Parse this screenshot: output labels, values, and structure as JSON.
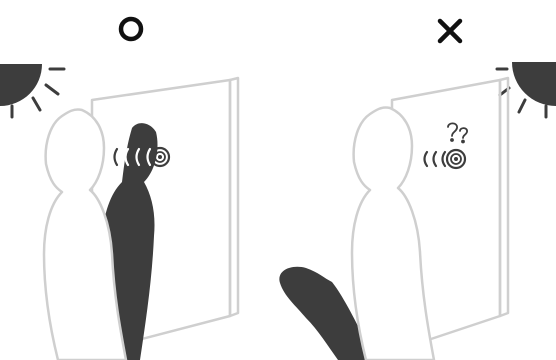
{
  "panels": [
    {
      "id": "correct",
      "mark": "O",
      "mark_meaning": "correct",
      "sun_position": "top-left",
      "icons": [
        "sun-icon",
        "person-icon",
        "shadow-icon",
        "door-panel-icon",
        "face-recognition-camera-icon",
        "signal-waves-icon"
      ]
    },
    {
      "id": "incorrect",
      "mark": "×",
      "mark_meaning": "incorrect",
      "sun_position": "top-right",
      "icons": [
        "sun-icon",
        "person-icon",
        "shadow-icon",
        "door-panel-icon",
        "face-recognition-camera-icon",
        "signal-waves-icon",
        "question-marks-icon"
      ]
    }
  ],
  "colors": {
    "background": "#ffffff",
    "outline": "#cfcfcf",
    "dark": "#3d3d3d",
    "mark": "#111111"
  }
}
